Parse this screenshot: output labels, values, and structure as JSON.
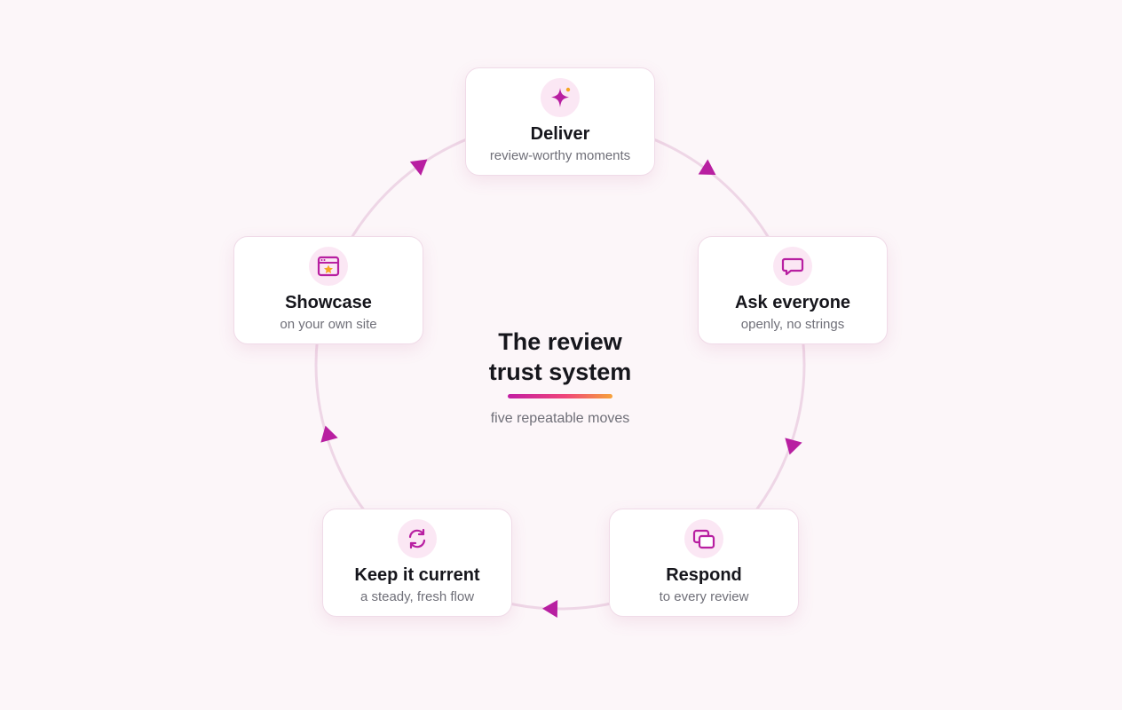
{
  "colors": {
    "background": "#fcf6f9",
    "ring": "#eed6e6",
    "accent": "#b81fa1",
    "star_accent": "#f5a623",
    "icon_bg": "#fbe7f4"
  },
  "center": {
    "title_line1": "The review",
    "title_line2": "trust system",
    "subtitle": "five repeatable moves"
  },
  "steps": [
    {
      "title": "Deliver",
      "subtitle": "review-worthy moments",
      "icon": "sparkle-icon"
    },
    {
      "title": "Ask everyone",
      "subtitle": "openly, no strings",
      "icon": "chat-bubble-icon"
    },
    {
      "title": "Respond",
      "subtitle": "to every review",
      "icon": "reply-bubbles-icon"
    },
    {
      "title": "Keep it current",
      "subtitle": "a steady, fresh flow",
      "icon": "refresh-icon"
    },
    {
      "title": "Showcase",
      "subtitle": "on your own site",
      "icon": "browser-star-icon"
    }
  ]
}
